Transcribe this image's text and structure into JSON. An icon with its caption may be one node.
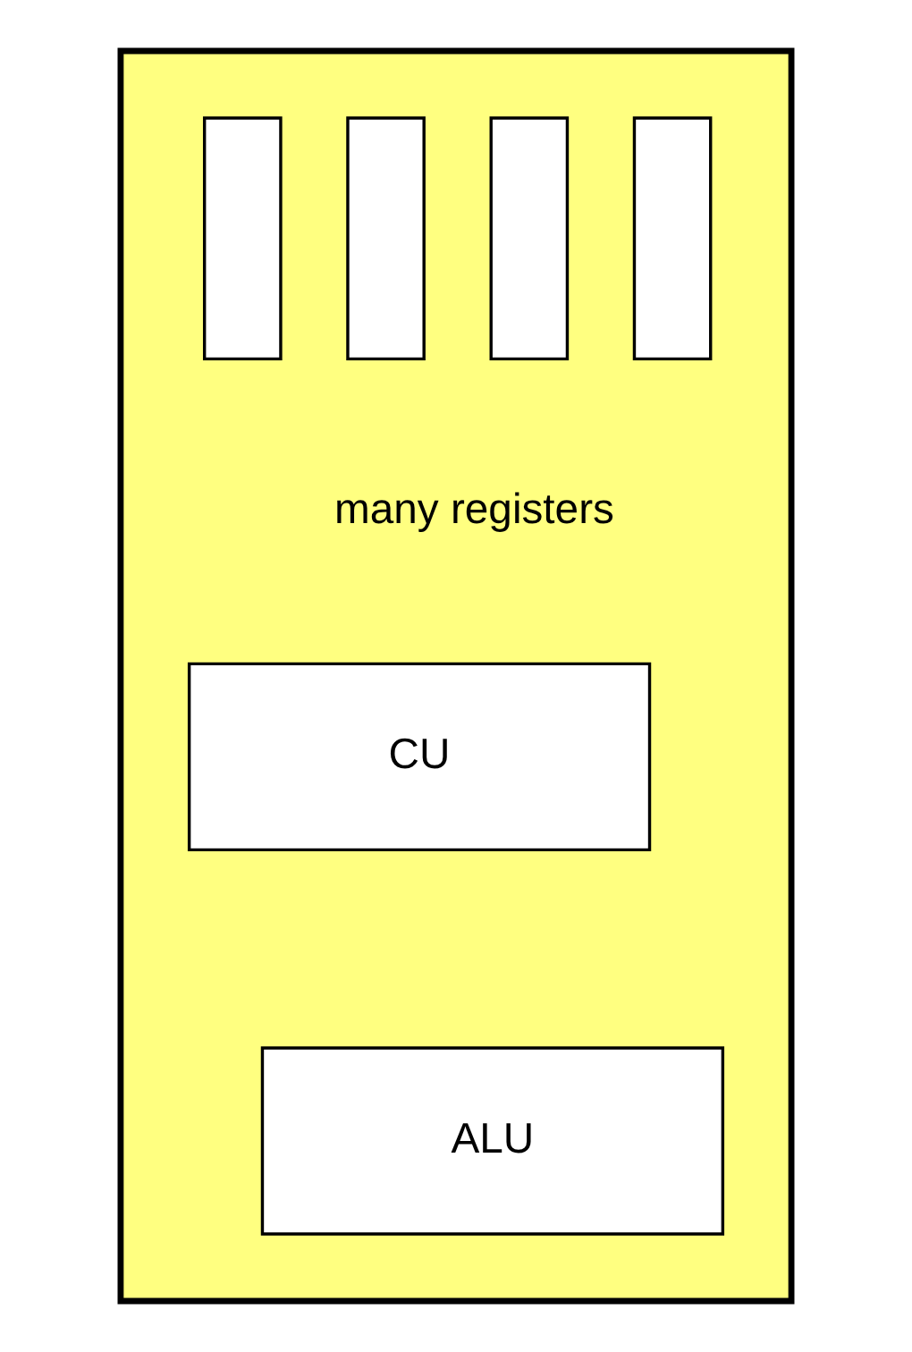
{
  "diagram": {
    "nodes": [
      {
        "text": [],
        "shape": "box"
      },
      {
        "text": [],
        "shape": "bar",
        "in": 0
      },
      {
        "text": [],
        "shape": "bar",
        "in": 0
      },
      {
        "text": [],
        "shape": "bar",
        "in": 0
      },
      {
        "text": [],
        "shape": "bar",
        "in": 0
      },
      {
        "text": [
          "CU"
        ],
        "in": 0
      },
      {
        "text": [
          "ALU"
        ],
        "in": 0
      }
    ],
    "edges": [],
    "labels": [
      "many registers"
    ]
  }
}
